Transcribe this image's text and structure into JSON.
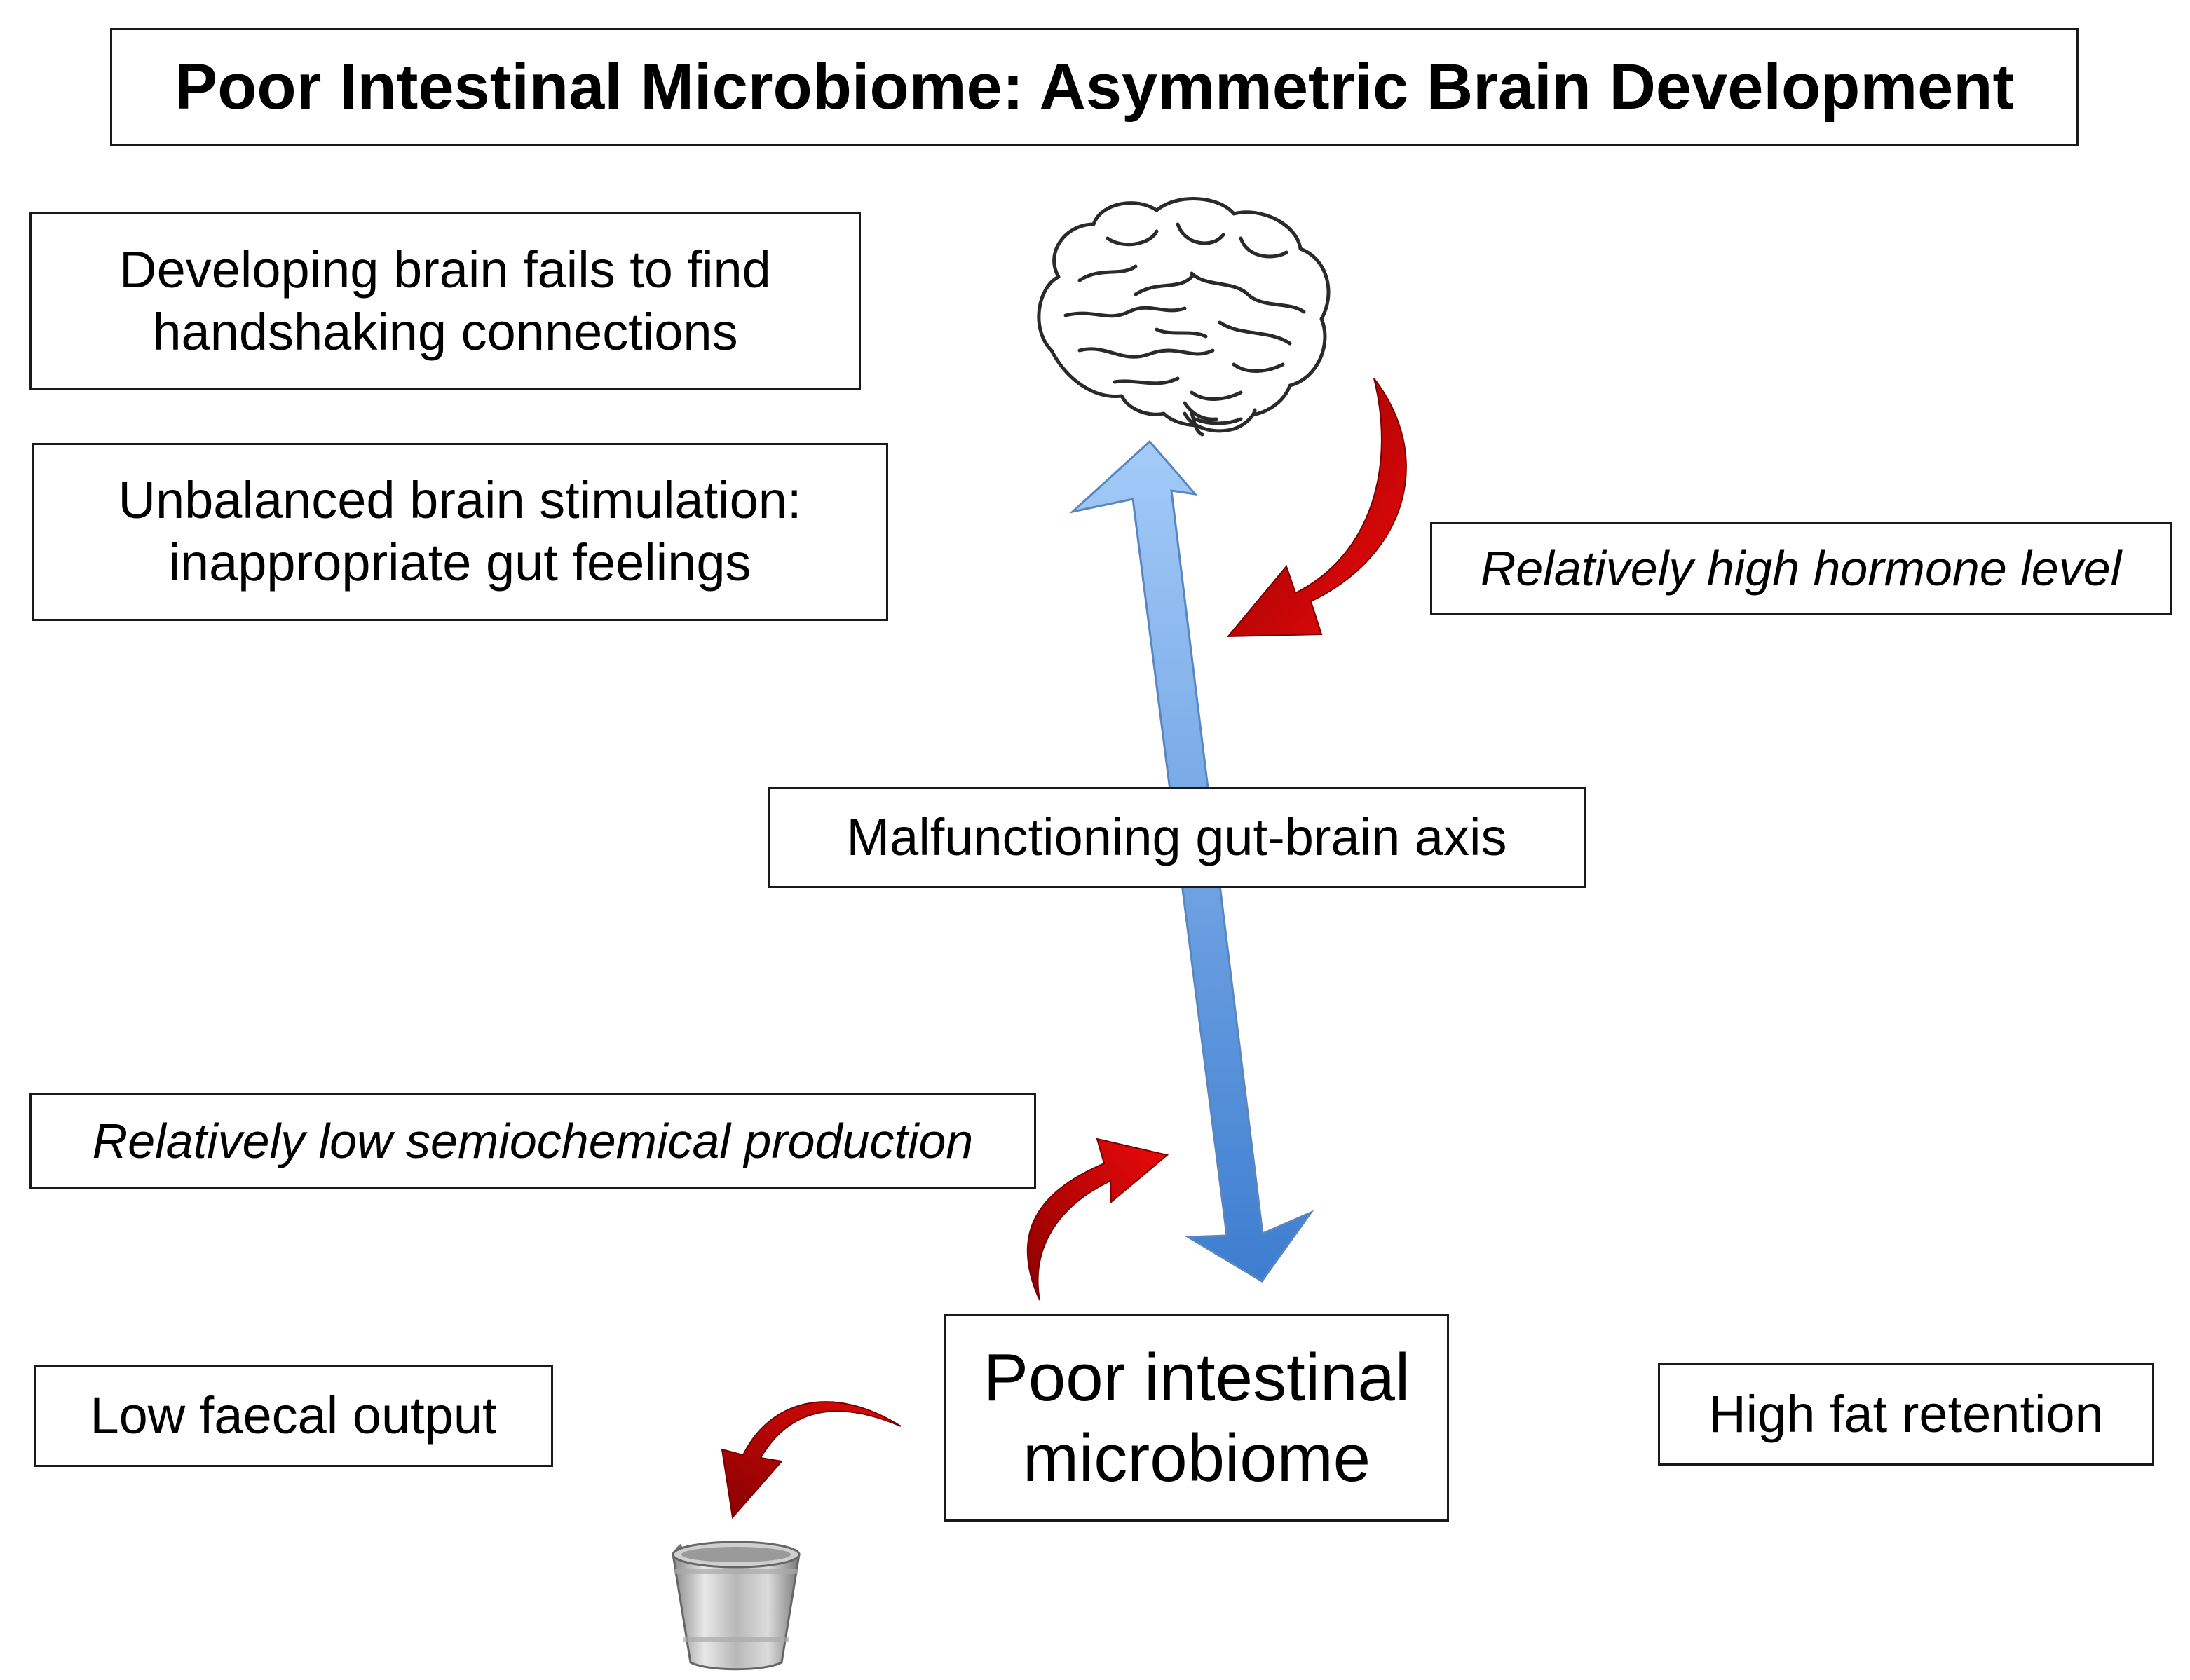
{
  "title": "Poor Intestinal Microbiome: Asymmetric Brain Development",
  "boxes": {
    "handshaking": "Developing brain fails to find handshaking connections",
    "stimulation": "Unbalanced brain stimulation: inappropriate gut feelings",
    "hormone": "Relatively high hormone level",
    "axis": "Malfunctioning gut-brain axis",
    "semiochemical": "Relatively low semiochemical production",
    "faecal": "Low faecal output",
    "microbiome": "Poor intestinal microbiome",
    "fat": "High fat retention"
  },
  "icons": [
    "brain-icon",
    "bucket-icon"
  ],
  "colors": {
    "axis_arrow_light": "#9cc4f7",
    "axis_arrow_dark": "#3f7fd0",
    "curved_arrow_dark": "#8b0000",
    "curved_arrow_light": "#e00000"
  }
}
